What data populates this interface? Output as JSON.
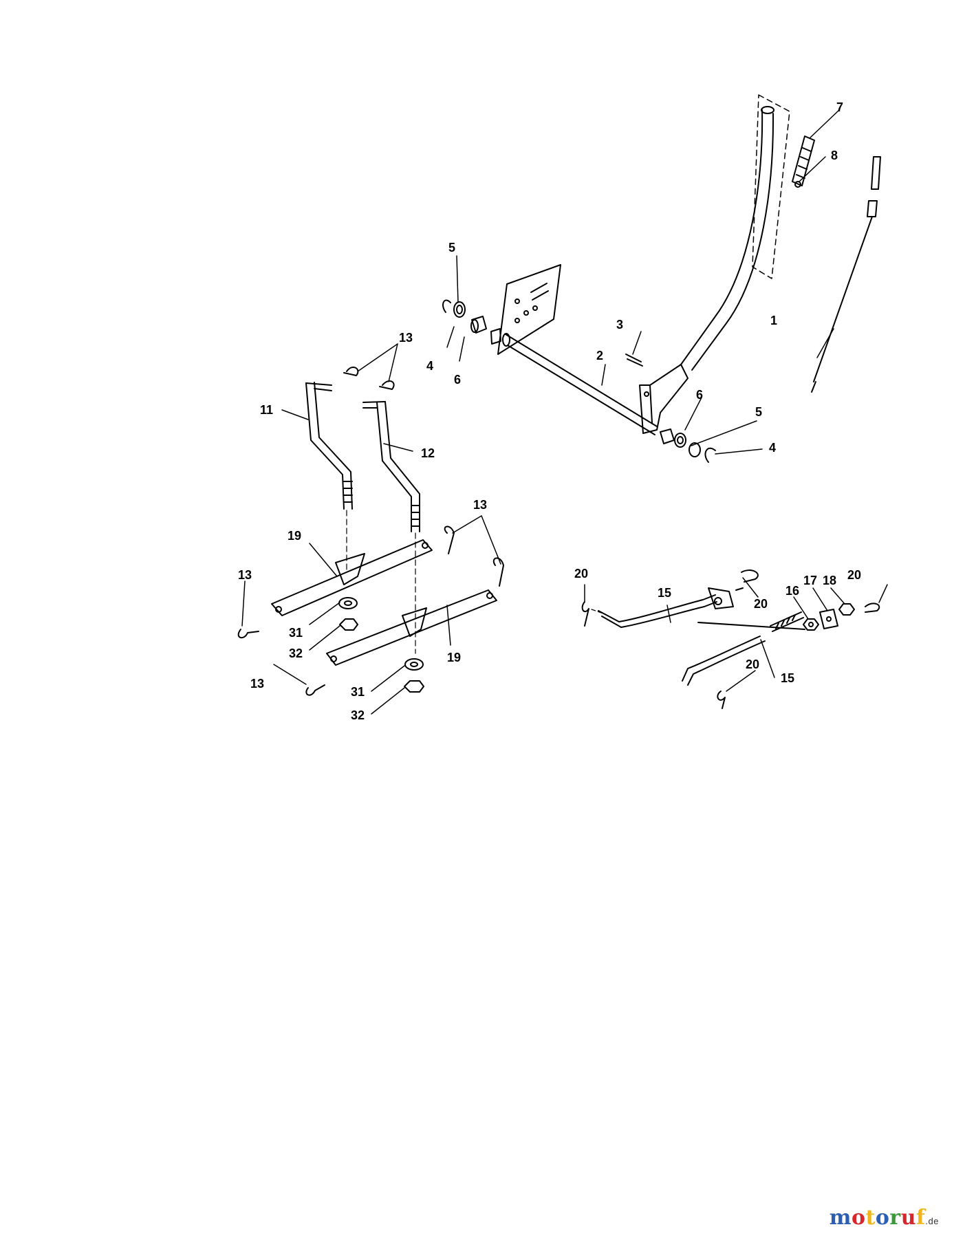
{
  "callouts": [
    {
      "id": "c1",
      "text": "1"
    },
    {
      "id": "c2",
      "text": "2"
    },
    {
      "id": "c3",
      "text": "3"
    },
    {
      "id": "c4a",
      "text": "4"
    },
    {
      "id": "c4b",
      "text": "4"
    },
    {
      "id": "c5a",
      "text": "5"
    },
    {
      "id": "c5b",
      "text": "5"
    },
    {
      "id": "c6a",
      "text": "6"
    },
    {
      "id": "c6b",
      "text": "6"
    },
    {
      "id": "c7",
      "text": "7"
    },
    {
      "id": "c8",
      "text": "8"
    },
    {
      "id": "c11",
      "text": "11"
    },
    {
      "id": "c12",
      "text": "12"
    },
    {
      "id": "c13a",
      "text": "13"
    },
    {
      "id": "c13b",
      "text": "13"
    },
    {
      "id": "c13c",
      "text": "13"
    },
    {
      "id": "c13d",
      "text": "13"
    },
    {
      "id": "c15a",
      "text": "15"
    },
    {
      "id": "c15b",
      "text": "15"
    },
    {
      "id": "c16",
      "text": "16"
    },
    {
      "id": "c17",
      "text": "17"
    },
    {
      "id": "c18",
      "text": "18"
    },
    {
      "id": "c19a",
      "text": "19"
    },
    {
      "id": "c19b",
      "text": "19"
    },
    {
      "id": "c20a",
      "text": "20"
    },
    {
      "id": "c20b",
      "text": "20"
    },
    {
      "id": "c20c",
      "text": "20"
    },
    {
      "id": "c20d",
      "text": "20"
    },
    {
      "id": "c31a",
      "text": "31"
    },
    {
      "id": "c31b",
      "text": "31"
    },
    {
      "id": "c32a",
      "text": "32"
    },
    {
      "id": "c32b",
      "text": "32"
    }
  ],
  "watermark": {
    "letters": [
      "m",
      "o",
      "t",
      "o",
      "r",
      "u",
      "f"
    ],
    "colors": [
      "#2b5fb4",
      "#d8262c",
      "#f2b417",
      "#2b5fb4",
      "#3a9a3a",
      "#d8262c",
      "#f2b417"
    ],
    "suffix": ".de"
  }
}
